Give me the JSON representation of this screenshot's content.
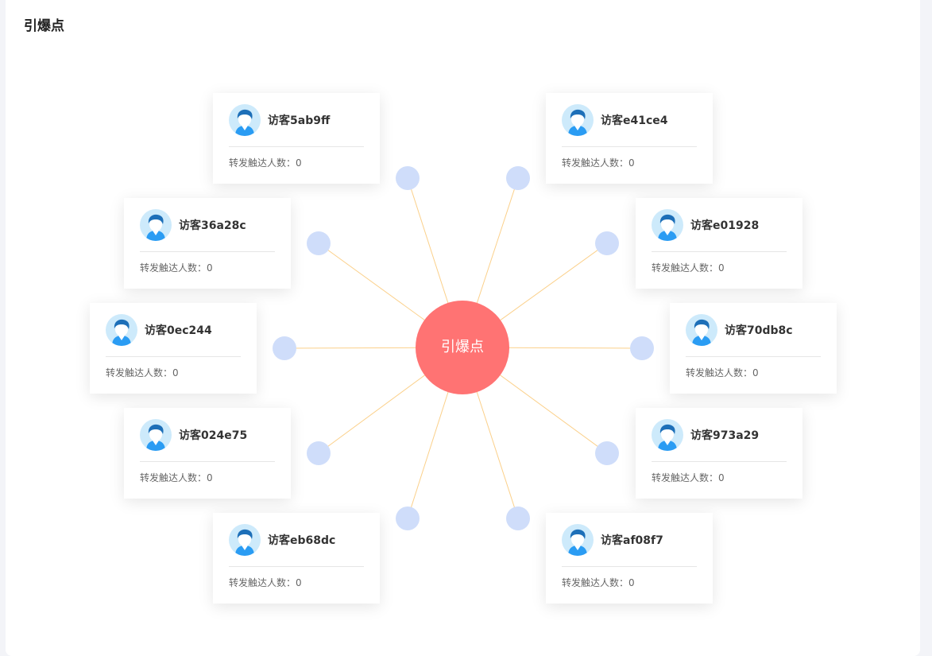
{
  "title": "引爆点",
  "center": {
    "label": "引爆点",
    "color": "#ff7373"
  },
  "colors": {
    "edge": "#fbd08a",
    "node": "#cfddfa"
  },
  "stat_label": "转发触达人数：",
  "visitors": [
    {
      "name": "访客5ab9ff",
      "count": "0"
    },
    {
      "name": "访客e41ce4",
      "count": "0"
    },
    {
      "name": "访客36a28c",
      "count": "0"
    },
    {
      "name": "访客e01928",
      "count": "0"
    },
    {
      "name": "访客0ec244",
      "count": "0"
    },
    {
      "name": "访客70db8c",
      "count": "0"
    },
    {
      "name": "访客024e75",
      "count": "0"
    },
    {
      "name": "访客973a29",
      "count": "0"
    },
    {
      "name": "访客eb68dc",
      "count": "0"
    },
    {
      "name": "访客af08f7",
      "count": "0"
    }
  ]
}
